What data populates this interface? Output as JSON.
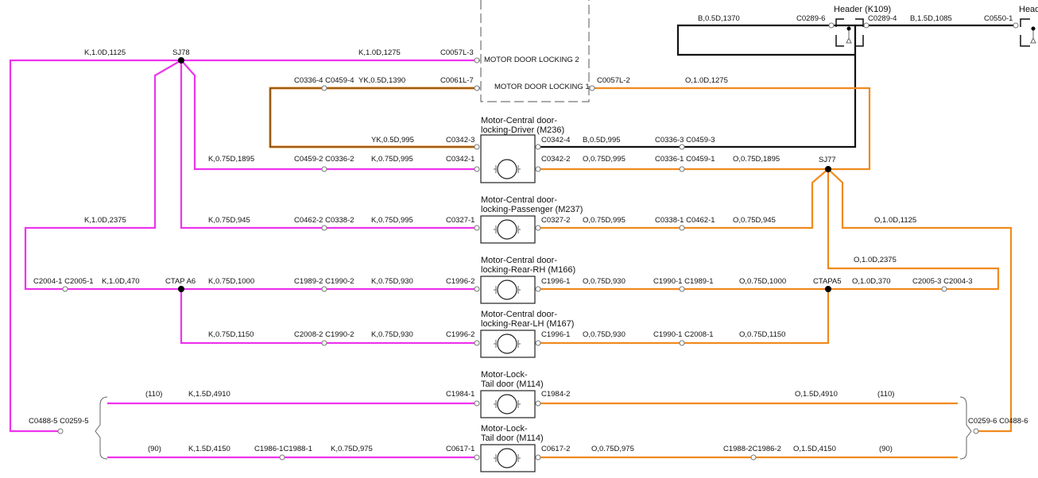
{
  "motors": [
    {
      "label1": "Motor-Central door-",
      "label2": "locking-Driver (M236)"
    },
    {
      "label1": "Motor-Central door-",
      "label2": "locking-Passenger (M237)"
    },
    {
      "label1": "Motor-Central door-",
      "label2": "locking-Rear-RH (M166)"
    },
    {
      "label1": "Motor-Central door-",
      "label2": "locking-Rear-LH (M167)"
    },
    {
      "label1": "Motor-Lock-",
      "label2": "Tail door (M114)"
    },
    {
      "label1": "Motor-Lock-",
      "label2": "Tail door (M114)"
    }
  ],
  "module": {
    "label_lock2": "MOTOR DOOR LOCKING 2",
    "label_lock1": "MOTOR DOOR LOCKING 1"
  },
  "header_k109": "Header (K109)",
  "header_right": "Head",
  "splices": [
    "SJ78",
    "SJ77",
    "CTAP A6",
    "CTAPA5"
  ],
  "wire_labels": [
    "K,1.0D,1125",
    "K,1.0D,1275",
    "C0057L-3",
    "C0336-4 C0459-4",
    "YK,0.5D,1390",
    "C0061L-7",
    "C0057L-2",
    "O,1.0D,1275",
    "B,0.5D,1370",
    "C0289-6",
    "C0289-4",
    "B,1.5D,1085",
    "C0550-1",
    "YK,0.5D,995",
    "C0342-3",
    "C0342-4",
    "B,0.5D,995",
    "C0336-3 C0459-3",
    "K,0.75D,1895",
    "C0459-2 C0336-2",
    "K,0.75D,995",
    "C0342-1",
    "C0342-2",
    "O,0.75D,995",
    "C0336-1 C0459-1",
    "O,0.75D,1895",
    "K,1.0D,2375",
    "K,0.75D,945",
    "C0462-2 C0338-2",
    "K,0.75D,995",
    "C0327-1",
    "C0327-2",
    "O,0.75D,995",
    "C0338-1 C0462-1",
    "O,0.75D,945",
    "O,1.0D,1125",
    "O,1.0D,2375",
    "C2004-1 C2005-1",
    "K,1.0D,470",
    "K,0.75D,1000",
    "C1989-2 C1990-2",
    "K,0.75D,930",
    "C1996-2",
    "C1996-1",
    "O,0.75D,930",
    "C1990-1 C1989-1",
    "O,0.75D,1000",
    "O,1.0D,370",
    "C2005-3 C2004-3",
    "K,0.75D,1150",
    "C2008-2 C1990-2",
    "K,0.75D,930",
    "C1996-2",
    "C1996-1",
    "O,0.75D,930",
    "C1990-1 C2008-1",
    "O,0.75D,1150",
    "(110)",
    "K,1.5D,4910",
    "C1984-1",
    "C1984-2",
    "O,1.5D,4910",
    "(110)",
    "C0488-5 C0259-5",
    "C0259-6 C0488-6",
    "(90)",
    "K,1.5D,4150",
    "C1986-1C1988-1",
    "K,0.75D,975",
    "C0617-1",
    "C0617-2",
    "O,0.75D,975",
    "C1988-2C1986-2",
    "O,1.5D,4150",
    "(90)"
  ]
}
